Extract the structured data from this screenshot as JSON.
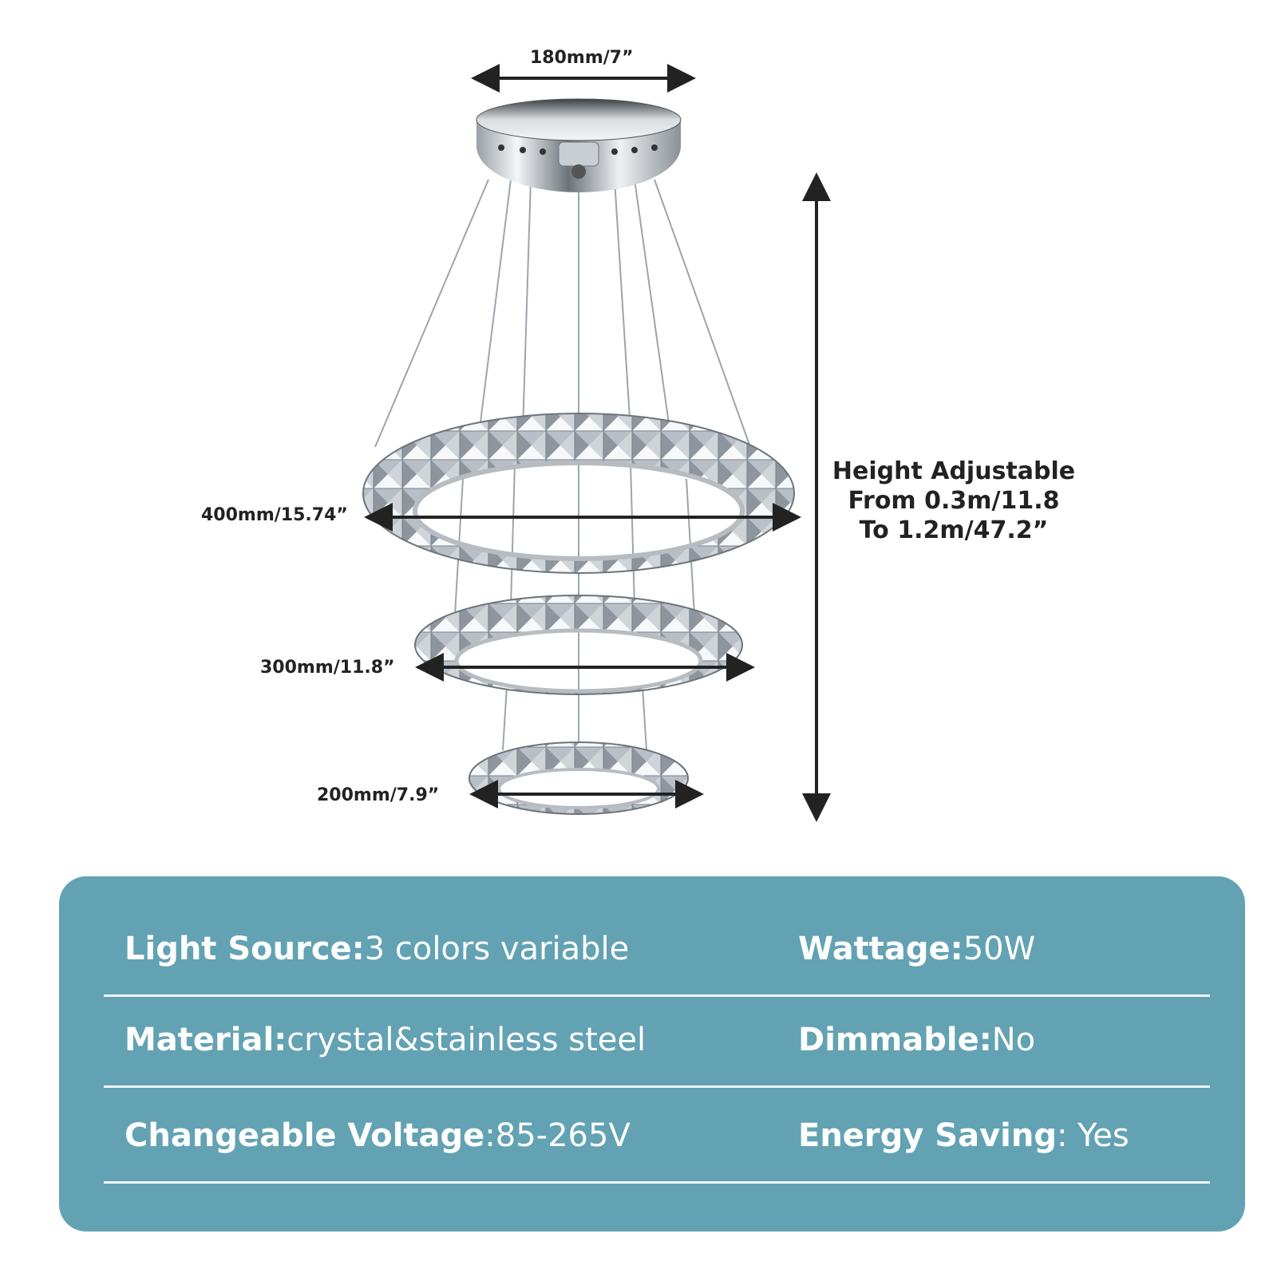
{
  "dimensions": {
    "canopy": "180mm/7”",
    "ring_large": "400mm/15.74”",
    "ring_medium": "300mm/11.8”",
    "ring_small": "200mm/7.9”"
  },
  "height": {
    "line1": "Height Adjustable",
    "line2": "From 0.3m/11.8",
    "line3": "To 1.2m/47.2”"
  },
  "specs": [
    {
      "left_label": "Light Source:",
      "left_value": "3 colors variable",
      "right_label": "Wattage:",
      "right_value": "50W"
    },
    {
      "left_label": "Material:",
      "left_value": "crystal&stainless steel",
      "right_label": "Dimmable:",
      "right_value": "No"
    },
    {
      "left_label": "Changeable Voltage",
      "left_value": ":85-265V",
      "right_label": "Energy Saving",
      "right_value": ": Yes"
    }
  ],
  "colors": {
    "panel": "#62a2b3",
    "text_dark": "#222222",
    "text_light": "#ffffff"
  }
}
